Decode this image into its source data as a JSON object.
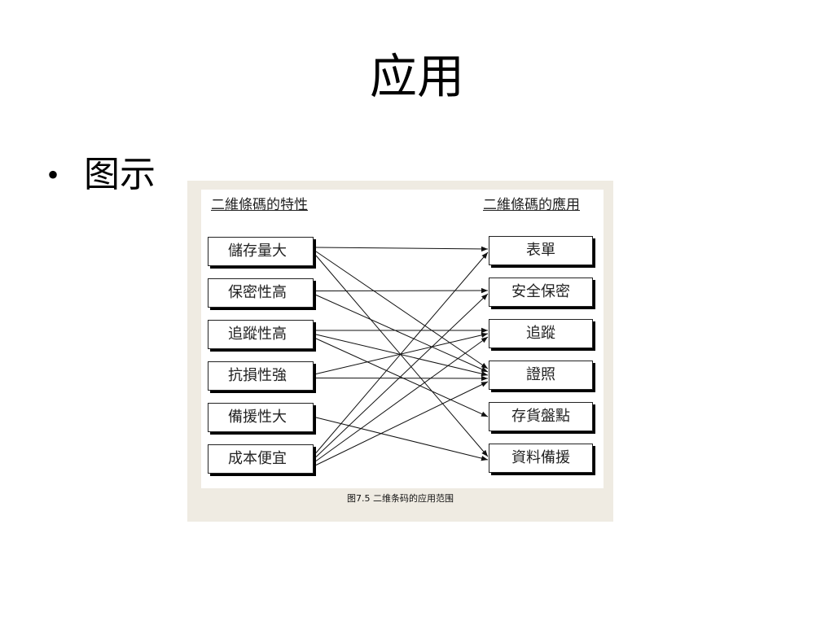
{
  "slide": {
    "title": "应用",
    "bullet_symbol": "•",
    "bullet": "图示"
  },
  "figure": {
    "left_header": "二維條碼的特性",
    "right_header": "二維條碼的應用",
    "features": [
      "儲存量大",
      "保密性高",
      "追蹤性高",
      "抗損性強",
      "備援性大",
      "成本便宜"
    ],
    "applications": [
      "表單",
      "安全保密",
      "追蹤",
      "證照",
      "存貨盤點",
      "資料備援"
    ],
    "connections": [
      [
        0,
        0
      ],
      [
        0,
        3
      ],
      [
        0,
        5
      ],
      [
        1,
        1
      ],
      [
        1,
        3
      ],
      [
        2,
        2
      ],
      [
        2,
        3
      ],
      [
        2,
        4
      ],
      [
        3,
        2
      ],
      [
        3,
        3
      ],
      [
        4,
        5
      ],
      [
        5,
        0
      ],
      [
        5,
        1
      ],
      [
        5,
        2
      ],
      [
        5,
        3
      ]
    ],
    "caption": "图7.5 二维条码的应用范围"
  },
  "colors": {
    "frame_background": "#efebe2",
    "panel_background": "#ffffff",
    "connector": "#111111"
  }
}
